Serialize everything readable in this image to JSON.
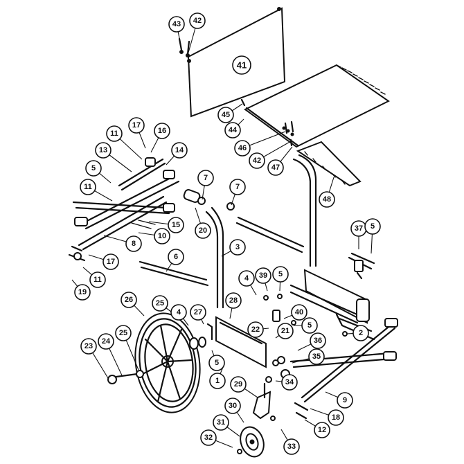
{
  "diagram": {
    "seat_label": "41",
    "callouts": [
      "43",
      "42",
      "45",
      "44",
      "46",
      "42",
      "47",
      "48",
      "17",
      "16",
      "11",
      "13",
      "14",
      "5",
      "11",
      "7",
      "7",
      "20",
      "3",
      "15",
      "10",
      "8",
      "17",
      "11",
      "19",
      "6",
      "37",
      "5",
      "4",
      "39",
      "5",
      "40",
      "26",
      "25",
      "4",
      "27",
      "28",
      "22",
      "21",
      "5",
      "36",
      "35",
      "2",
      "23",
      "24",
      "25",
      "5",
      "1",
      "29",
      "34",
      "9",
      "18",
      "12",
      "30",
      "31",
      "32",
      "33"
    ]
  }
}
